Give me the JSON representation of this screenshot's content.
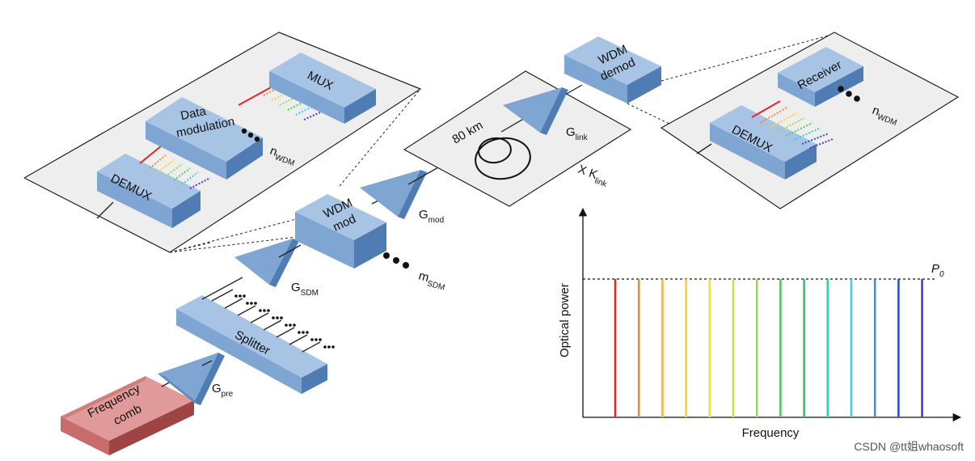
{
  "blocks": {
    "frequency_comb": [
      "Frequency",
      "comb"
    ],
    "splitter": "Splitter",
    "wdm_mod": [
      "WDM",
      "mod"
    ],
    "wdm_demod": [
      "WDM",
      "demod"
    ],
    "data_modulation": [
      "Data",
      "modulation"
    ],
    "mux": "MUX",
    "demux_left": "DEMUX",
    "demux_right": "DEMUX",
    "receiver": "Receiver"
  },
  "gains": {
    "pre": {
      "main": "G",
      "sub": "pre"
    },
    "sdm": {
      "main": "G",
      "sub": "SDM"
    },
    "mod": {
      "main": "G",
      "sub": "mod"
    },
    "link": {
      "main": "G",
      "sub": "link"
    }
  },
  "labels": {
    "fiber_length": "80 km",
    "link_repeat": {
      "main": "X K",
      "sub": "link"
    },
    "m_sdm": {
      "main": "m",
      "sub": "SDM"
    },
    "n_wdm_left": {
      "main": "n",
      "sub": "WDM"
    },
    "n_wdm_right": {
      "main": "n",
      "sub": "WDM"
    }
  },
  "colors": {
    "block_face": "#7fa6d2",
    "block_top": "#a7c4e4",
    "block_side": "#4f7db3",
    "comb_face": "#c86b6b",
    "comb_top": "#e09a9a",
    "comb_side": "#9e4444",
    "panel_fill": "#eeeeee"
  },
  "chart_data": {
    "type": "bar",
    "title": "",
    "xlabel": "Frequency",
    "ylabel": "Optical power",
    "reference_line": {
      "label": {
        "main": "P",
        "sub": "0"
      },
      "style": "dotted"
    },
    "series": [
      {
        "values": [
          1,
          1,
          1,
          1,
          1,
          1,
          1,
          1,
          1,
          1,
          1,
          1,
          1,
          1
        ]
      }
    ],
    "bar_colors": [
      "#e8232a",
      "#f08a2c",
      "#f6b73a",
      "#f5d132",
      "#e9e446",
      "#c4e04a",
      "#9ad85a",
      "#52c95b",
      "#34c46f",
      "#36d1a6",
      "#3fcde0",
      "#3a8fe0",
      "#2850d8",
      "#5433d1"
    ],
    "legend": "none",
    "grid": false
  },
  "watermark": "CSDN @tt姐whaosoft"
}
